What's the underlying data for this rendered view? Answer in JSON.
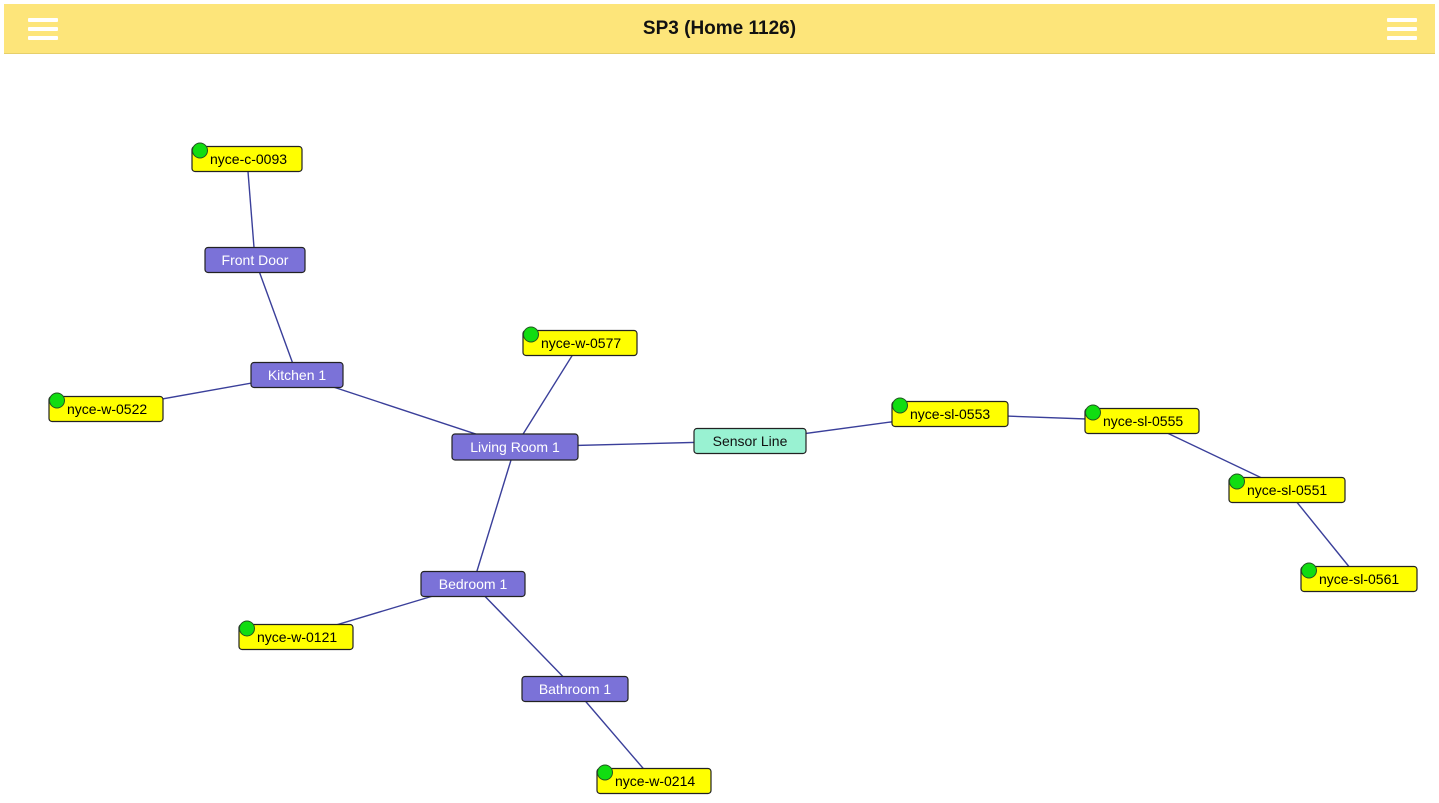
{
  "header": {
    "title": "SP3 (Home 1126)",
    "left_menu_icon": "hamburger-menu-icon",
    "right_menu_icon": "hamburger-menu-icon"
  },
  "colors": {
    "header_bg": "#fde57a",
    "room_fill": "#7b72d8",
    "sensor_fill": "#ffff00",
    "sensor_line_fill": "#99f2d2",
    "status_online": "#11dd11",
    "edge": "#3a3f9a"
  },
  "graph": {
    "nodes": [
      {
        "id": "n_c0093",
        "label": "nyce-c-0093",
        "kind": "sensor",
        "status": "online"
      },
      {
        "id": "n_front",
        "label": "Front Door",
        "kind": "room"
      },
      {
        "id": "n_kitchen",
        "label": "Kitchen 1",
        "kind": "room"
      },
      {
        "id": "n_w0522",
        "label": "nyce-w-0522",
        "kind": "sensor",
        "status": "online"
      },
      {
        "id": "n_w0577",
        "label": "nyce-w-0577",
        "kind": "sensor",
        "status": "online"
      },
      {
        "id": "n_living",
        "label": "Living Room 1",
        "kind": "room"
      },
      {
        "id": "n_sline",
        "label": "Sensor Line",
        "kind": "line"
      },
      {
        "id": "n_sl0553",
        "label": "nyce-sl-0553",
        "kind": "sensor",
        "status": "online"
      },
      {
        "id": "n_sl0555",
        "label": "nyce-sl-0555",
        "kind": "sensor",
        "status": "online"
      },
      {
        "id": "n_sl0551",
        "label": "nyce-sl-0551",
        "kind": "sensor",
        "status": "online"
      },
      {
        "id": "n_sl0561",
        "label": "nyce-sl-0561",
        "kind": "sensor",
        "status": "online"
      },
      {
        "id": "n_bedroom",
        "label": "Bedroom 1",
        "kind": "room"
      },
      {
        "id": "n_w0121",
        "label": "nyce-w-0121",
        "kind": "sensor",
        "status": "online"
      },
      {
        "id": "n_bath",
        "label": "Bathroom 1",
        "kind": "room"
      },
      {
        "id": "n_w0214",
        "label": "nyce-w-0214",
        "kind": "sensor",
        "status": "online"
      }
    ],
    "edges": [
      [
        "n_c0093",
        "n_front"
      ],
      [
        "n_front",
        "n_kitchen"
      ],
      [
        "n_kitchen",
        "n_w0522"
      ],
      [
        "n_kitchen",
        "n_living"
      ],
      [
        "n_living",
        "n_w0577"
      ],
      [
        "n_living",
        "n_sline"
      ],
      [
        "n_living",
        "n_bedroom"
      ],
      [
        "n_sline",
        "n_sl0553"
      ],
      [
        "n_sl0553",
        "n_sl0555"
      ],
      [
        "n_sl0555",
        "n_sl0551"
      ],
      [
        "n_sl0551",
        "n_sl0561"
      ],
      [
        "n_bedroom",
        "n_w0121"
      ],
      [
        "n_bedroom",
        "n_bath"
      ],
      [
        "n_bath",
        "n_w0214"
      ]
    ]
  }
}
